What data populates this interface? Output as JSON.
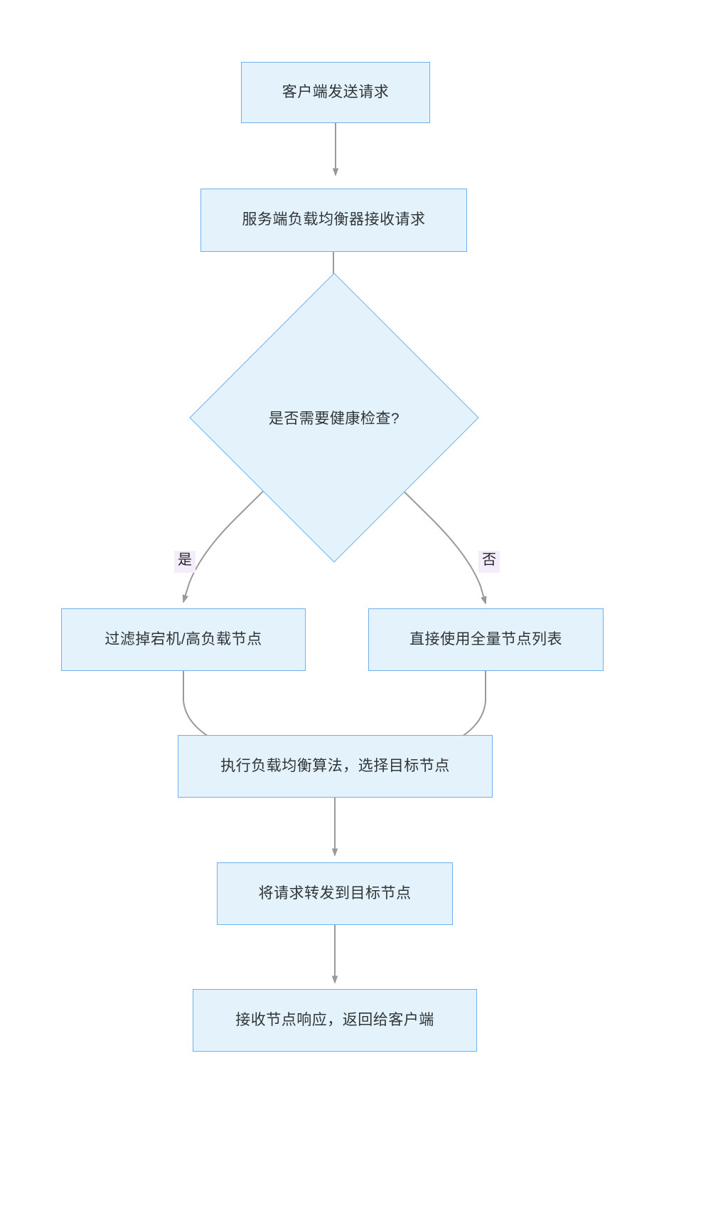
{
  "diagram": {
    "type": "flowchart",
    "direction": "top-to-bottom",
    "title_text": "",
    "colors": {
      "node_fill": "#e4f2fb",
      "node_stroke": "#6eb1ee",
      "node_text": "#2f3437",
      "edge_stroke": "#9a9a9a",
      "edge_label_bg": "#f5ecfb",
      "background": "#ffffff"
    },
    "nodes": [
      {
        "id": "n1",
        "shape": "rect",
        "label": "客户端发送请求"
      },
      {
        "id": "n2",
        "shape": "rect",
        "label": "服务端负载均衡器接收请求"
      },
      {
        "id": "n3",
        "shape": "diamond",
        "label": "是否需要健康检查?"
      },
      {
        "id": "n4",
        "shape": "rect",
        "label": "过滤掉宕机/高负载节点"
      },
      {
        "id": "n5",
        "shape": "rect",
        "label": "直接使用全量节点列表"
      },
      {
        "id": "n6",
        "shape": "rect",
        "label": "执行负载均衡算法，选择目标节点"
      },
      {
        "id": "n7",
        "shape": "rect",
        "label": "将请求转发到目标节点"
      },
      {
        "id": "n8",
        "shape": "rect",
        "label": "接收节点响应，返回给客户端"
      }
    ],
    "edges": [
      {
        "from": "n1",
        "to": "n2",
        "label": ""
      },
      {
        "from": "n2",
        "to": "n3",
        "label": ""
      },
      {
        "from": "n3",
        "to": "n4",
        "label": "是"
      },
      {
        "from": "n3",
        "to": "n5",
        "label": "否"
      },
      {
        "from": "n4",
        "to": "n6",
        "label": ""
      },
      {
        "from": "n5",
        "to": "n6",
        "label": ""
      },
      {
        "from": "n6",
        "to": "n7",
        "label": ""
      },
      {
        "from": "n7",
        "to": "n8",
        "label": ""
      }
    ],
    "edge_labels": {
      "yes": "是",
      "no": "否"
    }
  }
}
